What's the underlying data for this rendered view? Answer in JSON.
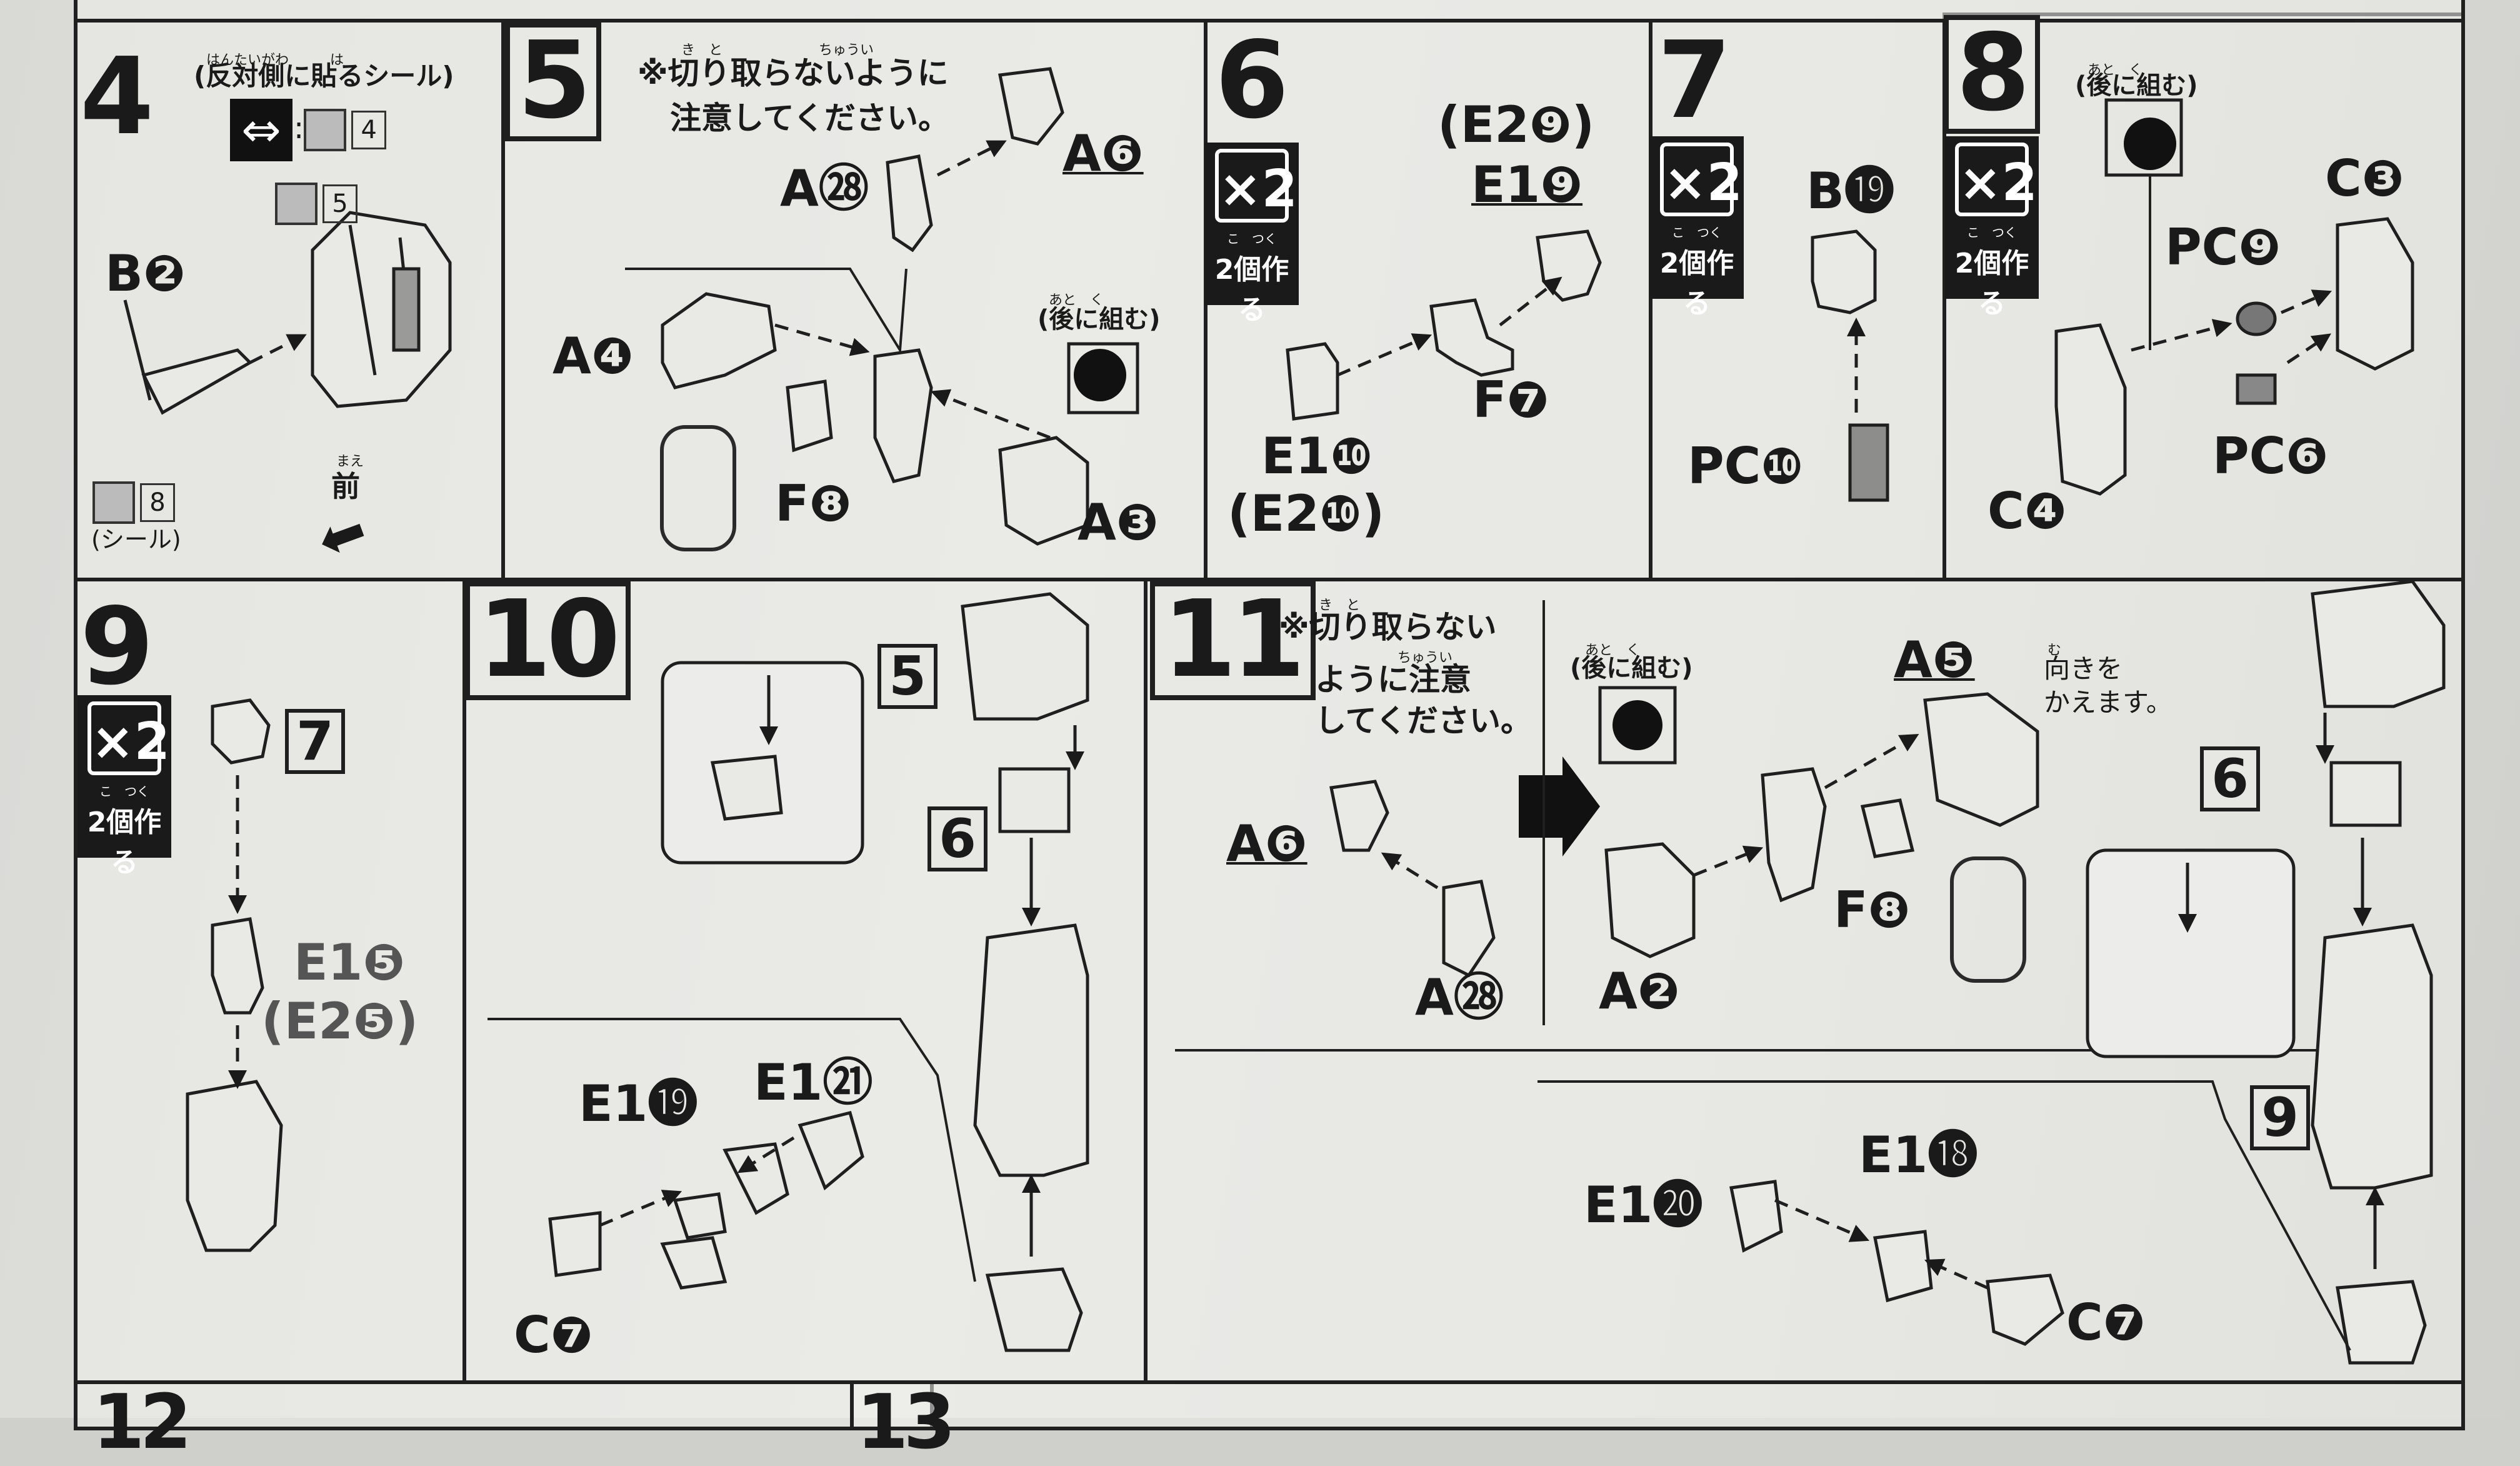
{
  "panels": {
    "p4": {
      "number": "4",
      "note_furigana": "はんたいがわ　　　は",
      "note": "(反対側に貼るシール)",
      "sticker_top": "4",
      "sticker_mid": "5",
      "sticker_bottom": "8",
      "sticker_label": "(シール)",
      "part": "B❷",
      "front_furigana": "まえ",
      "front": "前"
    },
    "p5": {
      "number": "5",
      "note_furigana": "き　と　　　　　　　ちゅうい",
      "note_line1": "※切り取らないように",
      "note_line2": "注意してください。",
      "after_furigana": "あと　く",
      "after": "(後に組む)",
      "parts": [
        "A㉘",
        "A❻",
        "A❹",
        "F❽",
        "A❸"
      ]
    },
    "p6": {
      "number": "6",
      "x2": "×2",
      "x2_furigana": "こ　つく",
      "x2_text": "2個作る",
      "parts": [
        "(E2❾)",
        "E1❾",
        "E1❿",
        "(E2❿)",
        "F❼"
      ]
    },
    "p7": {
      "number": "7",
      "x2": "×2",
      "x2_furigana": "こ　つく",
      "x2_text": "2個作る",
      "parts": [
        "B⓳",
        "PC❿"
      ]
    },
    "p8": {
      "number": "8",
      "x2": "×2",
      "x2_furigana": "こ　つく",
      "x2_text": "2個作る",
      "after_furigana": "あと　く",
      "after": "(後に組む)",
      "parts": [
        "C❸",
        "PC❾",
        "PC❻",
        "C❹"
      ]
    },
    "p9": {
      "number": "9",
      "x2": "×2",
      "x2_furigana": "こ　つく",
      "x2_text": "2個作る",
      "ref": "7",
      "parts": [
        "E1❺",
        "(E2❺)"
      ]
    },
    "p10": {
      "number": "10",
      "refs": [
        "5",
        "6"
      ],
      "parts": [
        "E1⓳",
        "E1㉑",
        "C❼"
      ]
    },
    "p11": {
      "number": "11",
      "note_furigana_1": "き　と",
      "note_line1": "※切り取らない",
      "note_furigana_2": "ちゅうい",
      "note_line2": "ように注意",
      "note_line3": "してください。",
      "after_furigana": "あと　く",
      "after": "(後に組む)",
      "turn_furigana": "む",
      "turn_line1": "向きを",
      "turn_line2": "かえます。",
      "refs": [
        "6",
        "9"
      ],
      "parts": [
        "A❻",
        "A㉘",
        "A❷",
        "A❺",
        "F❽",
        "E1⓲",
        "E1⓴",
        "C❼"
      ]
    },
    "bottom": {
      "numbers": [
        "12",
        "13"
      ]
    }
  }
}
